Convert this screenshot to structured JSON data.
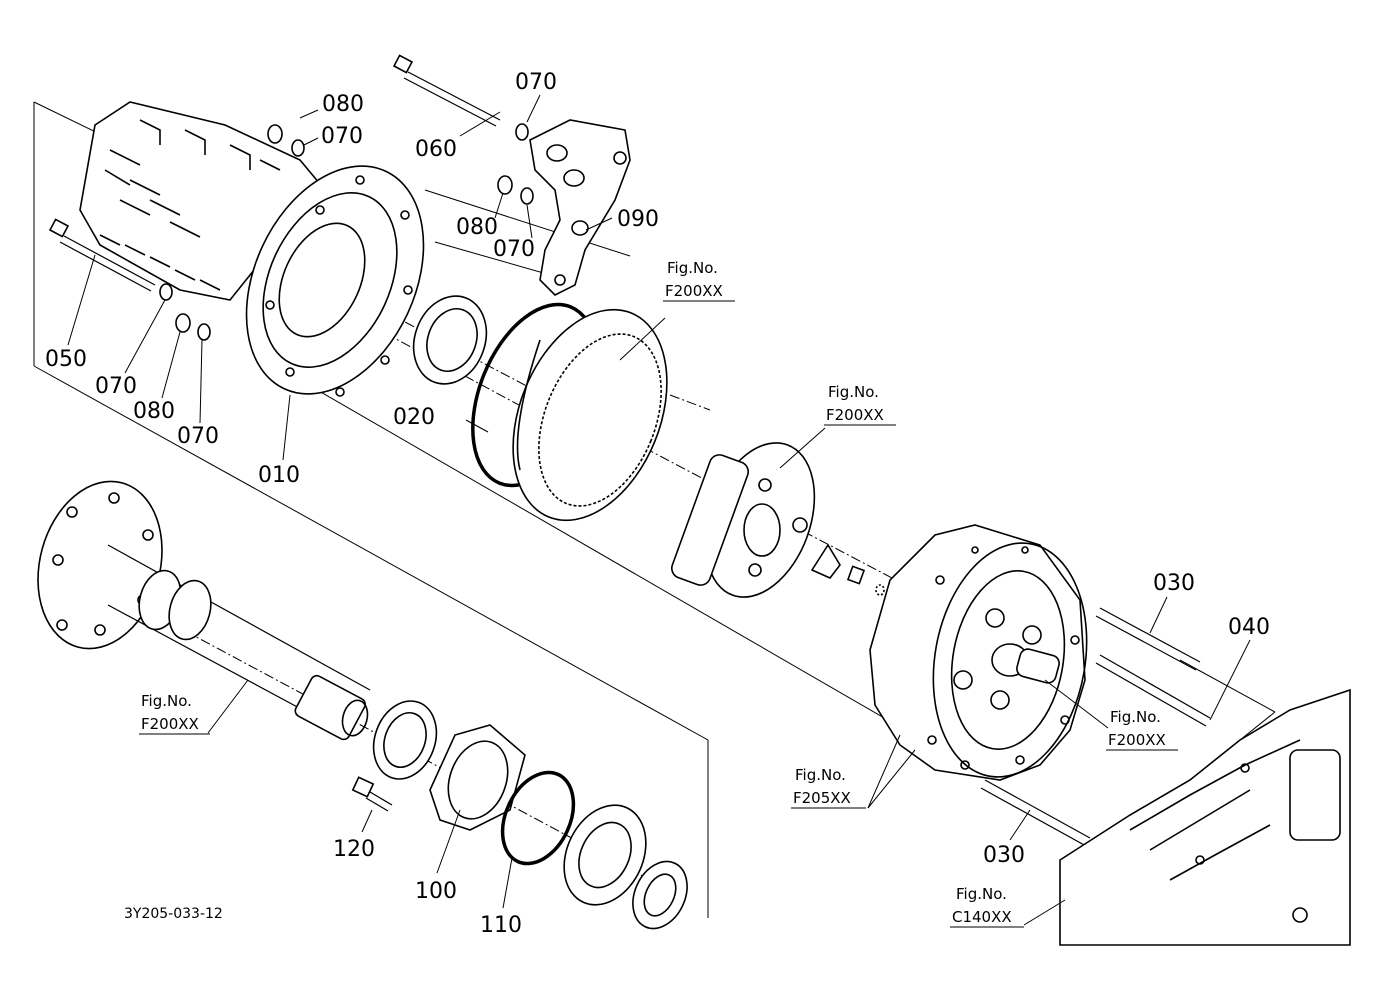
{
  "diagram_code": "3Y205-033-12",
  "part_labels": {
    "p010": "010",
    "p020": "020",
    "p030a": "030",
    "p030b": "030",
    "p040": "040",
    "p050": "050",
    "p060": "060",
    "p070a": "070",
    "p070b": "070",
    "p070c": "070",
    "p070d": "070",
    "p070e": "070",
    "p080a": "080",
    "p080b": "080",
    "p080c": "080",
    "p090": "090",
    "p100": "100",
    "p110": "110",
    "p120": "120"
  },
  "figure_refs": {
    "ref1": {
      "prefix": "Fig.No.",
      "code": "F200XX"
    },
    "ref2": {
      "prefix": "Fig.No.",
      "code": "F200XX"
    },
    "ref3": {
      "prefix": "Fig.No.",
      "code": "F200XX"
    },
    "ref4": {
      "prefix": "Fig.No.",
      "code": "F200XX"
    },
    "ref5": {
      "prefix": "Fig.No.",
      "code": "F205XX"
    },
    "ref6": {
      "prefix": "Fig.No.",
      "code": "C140XX"
    }
  }
}
